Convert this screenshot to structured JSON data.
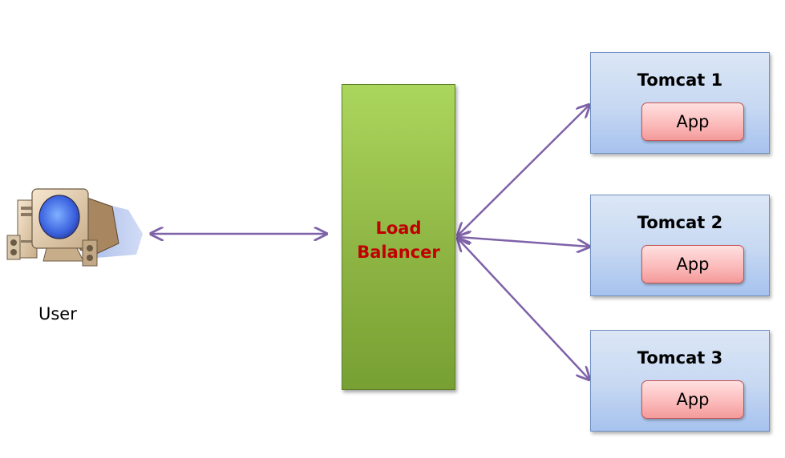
{
  "diagram": {
    "user": {
      "label": "User",
      "icon": "desktop-computer-icon"
    },
    "load_balancer": {
      "label_line1": "Load",
      "label_line2": "Balancer",
      "text_color": "#c00000",
      "fill_color": "#9bc44c"
    },
    "servers": [
      {
        "title": "Tomcat 1",
        "app_label": "App"
      },
      {
        "title": "Tomcat 2",
        "app_label": "App"
      },
      {
        "title": "Tomcat 3",
        "app_label": "App"
      }
    ],
    "connectors": {
      "style": "bidirectional-arrow",
      "color": "#7f62a8",
      "links": [
        {
          "from": "User",
          "to": "Load Balancer"
        },
        {
          "from": "Load Balancer",
          "to": "Tomcat 1"
        },
        {
          "from": "Load Balancer",
          "to": "Tomcat 2"
        },
        {
          "from": "Load Balancer",
          "to": "Tomcat 3"
        }
      ]
    },
    "colors": {
      "server_fill": "#c6d8f2",
      "app_fill": "#fbb8b8"
    }
  }
}
